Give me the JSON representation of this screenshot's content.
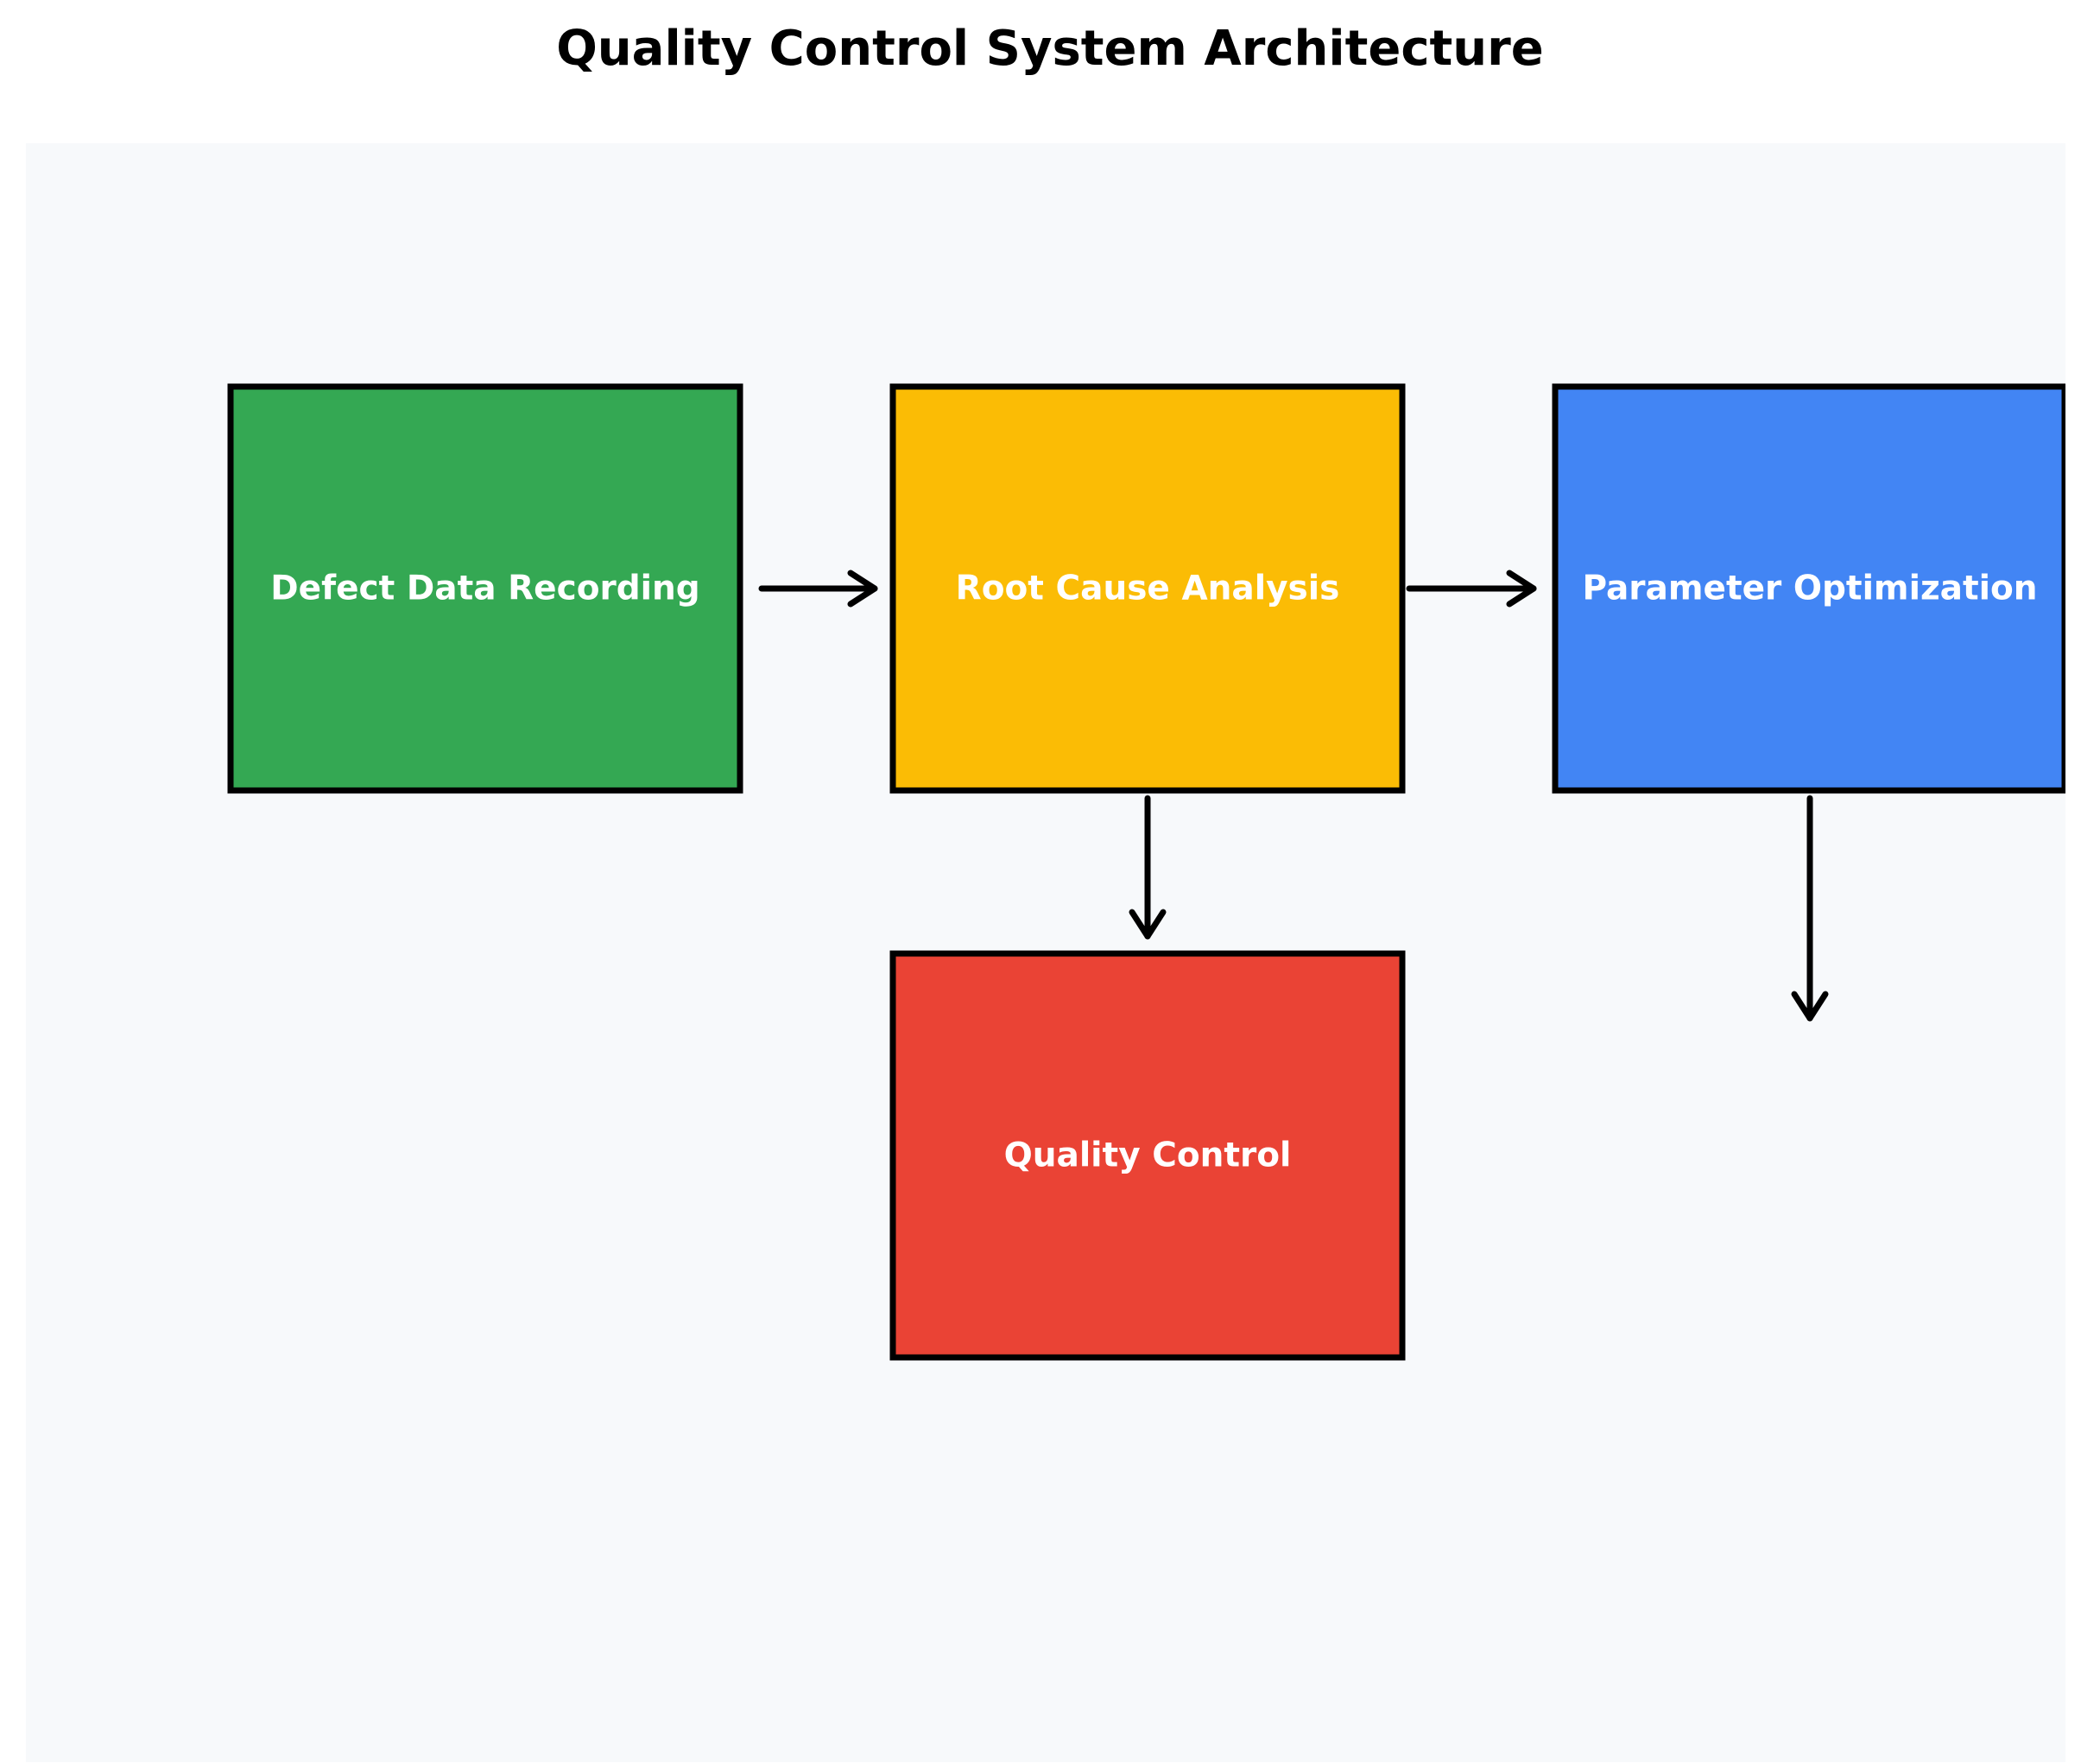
{
  "title": "Quality Control System Architecture",
  "colors": {
    "background_panel": "#f7f9fb",
    "border": "#000000",
    "label_text": "#ffffff"
  },
  "nodes": [
    {
      "id": "defect-data-recording",
      "label": "Defect Data Recording",
      "color": "#34a853"
    },
    {
      "id": "root-cause-analysis",
      "label": "Root Cause Analysis",
      "color": "#fbbc05"
    },
    {
      "id": "parameter-optimization",
      "label": "Parameter Optimization",
      "color": "#4285f4"
    },
    {
      "id": "quality-control",
      "label": "Quality Control",
      "color": "#ea4335"
    }
  ],
  "edges": [
    {
      "from": "defect-data-recording",
      "to": "root-cause-analysis"
    },
    {
      "from": "root-cause-analysis",
      "to": "parameter-optimization"
    },
    {
      "from": "root-cause-analysis",
      "to": "quality-control"
    },
    {
      "from": "parameter-optimization",
      "to": ""
    }
  ]
}
